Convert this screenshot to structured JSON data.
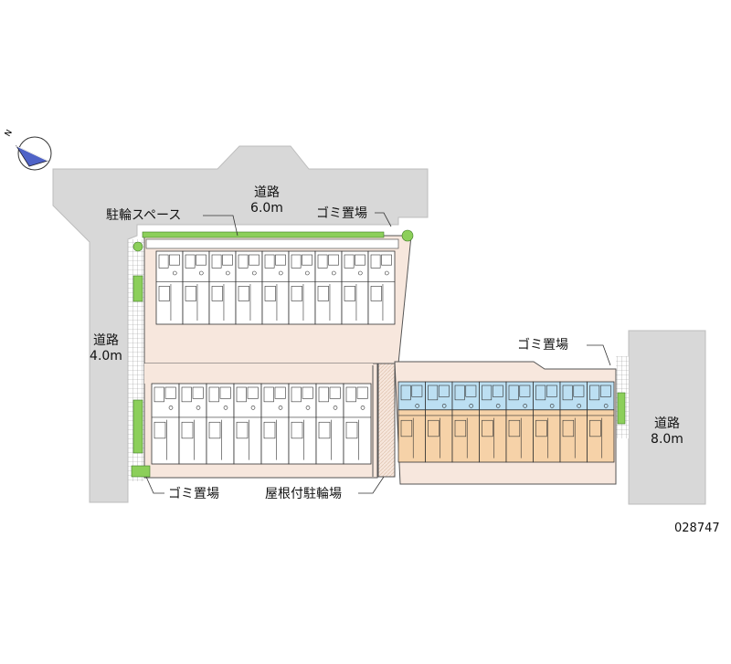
{
  "roads": {
    "top": {
      "name": "道路",
      "width": "6.0m"
    },
    "left": {
      "name": "道路",
      "width": "4.0m"
    },
    "right": {
      "name": "道路",
      "width": "8.0m"
    }
  },
  "labels": {
    "bicycle_space": "駐輪スペース",
    "garbage_top": "ゴミ置場",
    "garbage_right": "ゴミ置場",
    "garbage_bottom": "ゴミ置場",
    "covered_bicycle_parking": "屋根付駐輪場"
  },
  "property_id": "028747",
  "compass": {
    "label": "N"
  },
  "units": {
    "top_building_count": 9,
    "middle_building_count": 8,
    "right_building_count": 8
  },
  "colors": {
    "road": "#d8d8d8",
    "lot": "#f7e7dd",
    "unit_blue": "#bcdff2",
    "unit_orange": "#f6d2a8",
    "green": "#8ccf5a"
  }
}
